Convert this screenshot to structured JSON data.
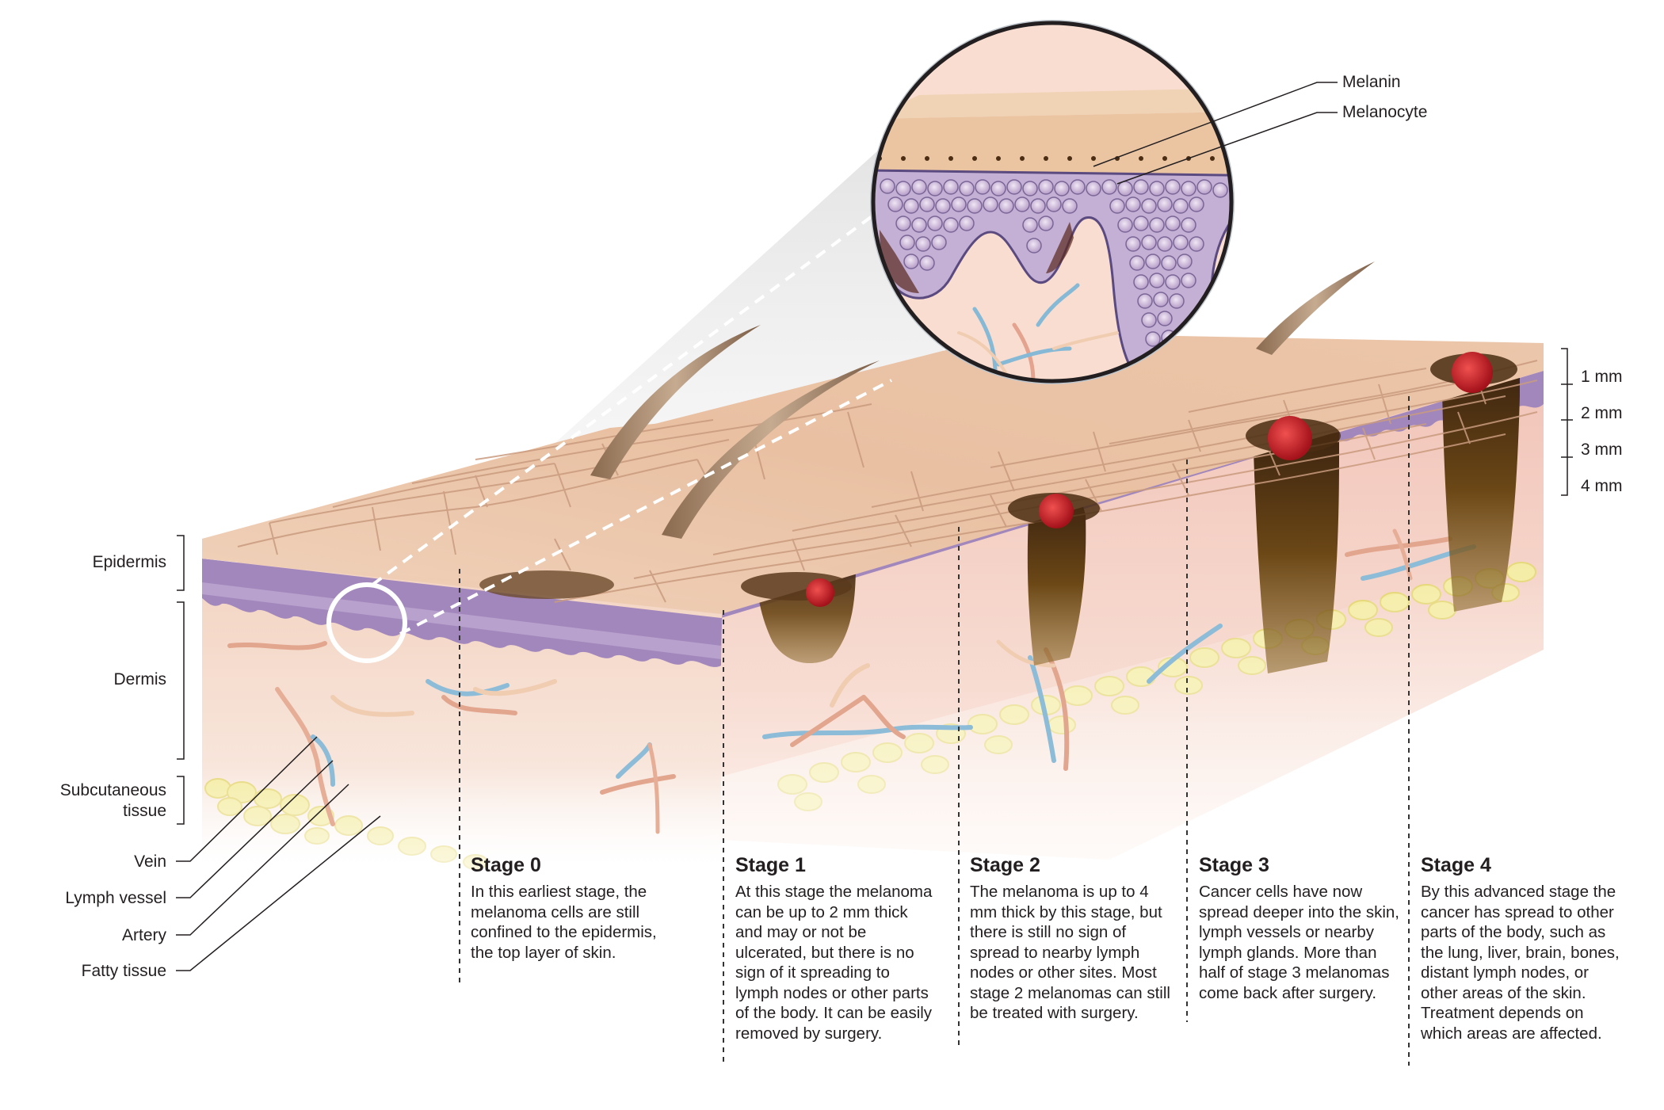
{
  "labels": {
    "epidermis": "Epidermis",
    "dermis": "Dermis",
    "subcutaneous": "Subcutaneous\ntissue",
    "vein": "Vein",
    "lymph_vessel": "Lymph vessel",
    "artery": "Artery",
    "fatty_tissue": "Fatty tissue",
    "melanin": "Melanin",
    "melanocyte": "Melanocyte"
  },
  "scale": [
    "1 mm",
    "2 mm",
    "3 mm",
    "4 mm"
  ],
  "stages": [
    {
      "title": "Stage 0",
      "text": "In this earliest stage, the melanoma cells are still confined to the epidermis, the top layer of skin."
    },
    {
      "title": "Stage 1",
      "text": "At this stage the melanoma can be up to 2 mm thick and may or not be ulcerated, but there is no sign of it spreading to lymph nodes or other parts of the body. It can be easily removed by surgery."
    },
    {
      "title": "Stage 2",
      "text": "The melanoma is up to 4 mm thick by this stage, but there is still no sign of spread to nearby lymph nodes or other sites. Most stage 2 melanomas can still be treated with surgery."
    },
    {
      "title": "Stage 3",
      "text": "Cancer cells have now spread deeper into the skin, lymph vessels or nearby lymph glands. More than half of stage 3 melanomas come back after surgery."
    },
    {
      "title": "Stage 4",
      "text": "By this advanced stage the cancer has spread to other parts of the body, such as the lung, liver, brain, bones, distant lymph nodes, or other areas of the skin. Treatment depends on which areas are affected."
    }
  ],
  "colors": {
    "skin_top": "#e9c3a6",
    "epidermis_band": "#9b7cb6",
    "dermis": "#f4d6c8",
    "fat": "#f4ecaa",
    "melanoma": "#5a3a18",
    "tumor": "#c5161d",
    "vein": "#86b9d6",
    "artery": "#e3a38e",
    "lymph": "#f0c9a0"
  }
}
